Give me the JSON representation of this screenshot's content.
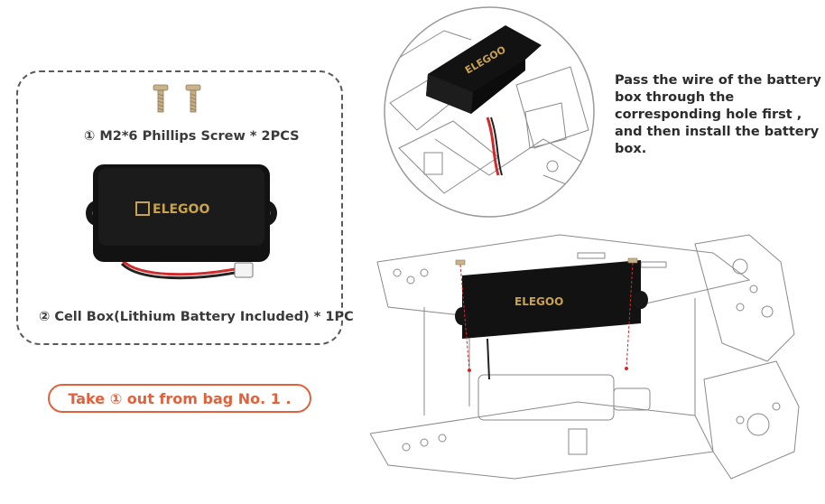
{
  "parts": {
    "screw_label": "① M2*6 Phillips Screw * 2PCS",
    "battery_label": "② Cell Box(Lithium Battery Included) * 1PC",
    "brand_logo_text": "ELEGOO"
  },
  "bag_instruction": "Take ① out from bag No. 1 .",
  "assembly": {
    "instruction": "Pass the wire of the battery box through the corresponding hole first , and then install the battery box."
  },
  "colors": {
    "accent": "#e2613d",
    "text": "#3a3a3a",
    "battery": "#121212",
    "logo_gold": "#c9a24e",
    "wire_red": "#d02a2a"
  }
}
